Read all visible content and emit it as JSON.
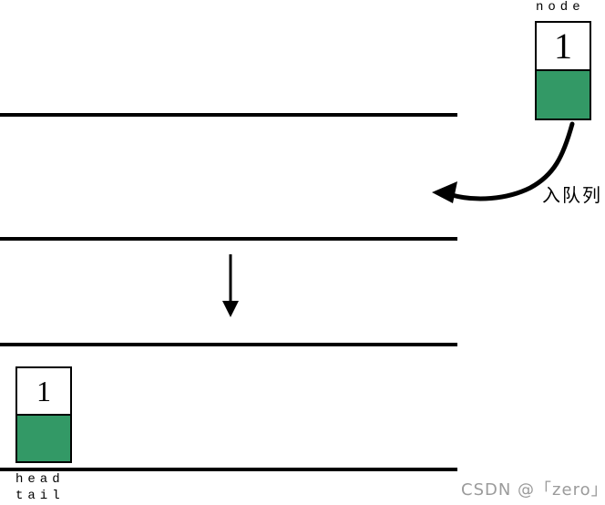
{
  "top_node": {
    "label": "node",
    "value": "1"
  },
  "enqueue_arrow": {
    "label": "入队列"
  },
  "bottom_node": {
    "value": "1",
    "head_label": "head",
    "tail_label": "tail"
  },
  "watermark": {
    "text": "CSDN @「zero」"
  },
  "colors": {
    "node_fill": "#339966",
    "line": "#000000",
    "watermark_text": "#9b9b9b"
  }
}
